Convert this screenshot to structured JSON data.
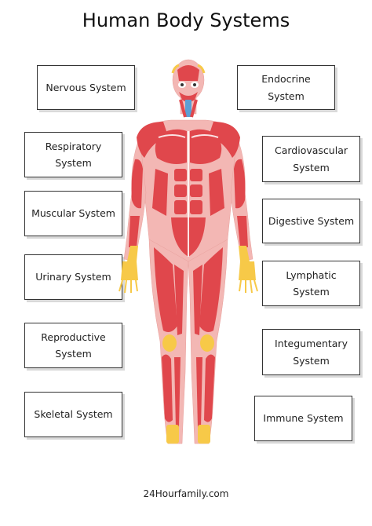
{
  "title": "Human Body Systems",
  "left_labels": [
    "Nervous System",
    "Respiratory System",
    "Muscular System",
    "Urinary System",
    "Reproductive System",
    "Skeletal System"
  ],
  "right_labels": [
    "Endocrine System",
    "Cardiovascular System",
    "Digestive System",
    "Lymphatic System",
    "Integumentary System",
    "Immune System"
  ],
  "footer": "24Hourfamily.com",
  "colors": {
    "muscle": "#e0474c",
    "muscle_light": "#f3b7b4",
    "tendon": "#f7c948",
    "bone_white": "#ffffff"
  }
}
